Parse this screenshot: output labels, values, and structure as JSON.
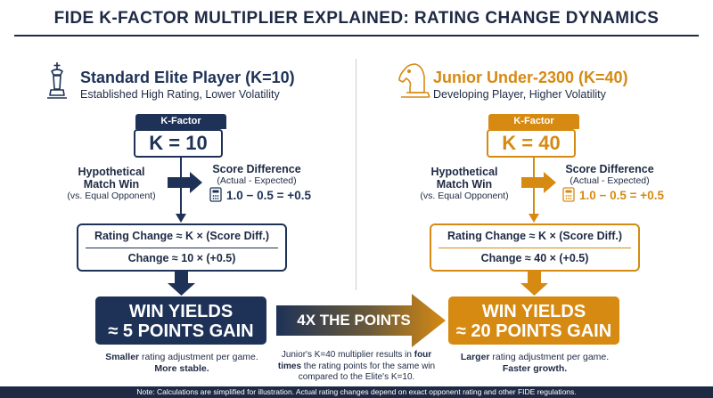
{
  "title": "FIDE K-FACTOR MULTIPLIER EXPLAINED: RATING CHANGE DYNAMICS",
  "colors": {
    "navy": "#1e3257",
    "gold": "#d68a12"
  },
  "left": {
    "icon": "chess-king-icon",
    "heading": "Standard Elite Player (K=10)",
    "subheading": "Established High Rating, Lower Volatility",
    "kfactor_tab": "K-Factor",
    "kfactor_value": "K = 10",
    "match_label_line1": "Hypothetical",
    "match_label_line2": "Match Win",
    "match_label_sub": "(vs. Equal Opponent)",
    "score_label": "Score Difference",
    "score_sub": "(Actual - Expected)",
    "score_equation": "1.0 − 0.5 = +0.5",
    "formula_line1": "Rating Change ≈ K × (Score Diff.)",
    "formula_line2": "Change ≈ 10 × (+0.5)",
    "result_line1": "WIN YIELDS",
    "result_line2": "≈ 5 POINTS GAIN",
    "note_bold1": "Smaller",
    "note_rest1": " rating adjustment per game.",
    "note_line2": "More stable."
  },
  "right": {
    "icon": "chess-knight-icon",
    "heading": "Junior Under-2300 (K=40)",
    "subheading": "Developing Player, Higher Volatility",
    "kfactor_tab": "K-Factor",
    "kfactor_value": "K = 40",
    "match_label_line1": "Hypothetical",
    "match_label_line2": "Match Win",
    "match_label_sub": "(vs. Equal Opponent)",
    "score_label": "Score Difference",
    "score_sub": "(Actual - Expected)",
    "score_equation": "1.0 − 0.5 = +0.5",
    "formula_line1": "Rating Change ≈ K × (Score Diff.)",
    "formula_line2": "Change ≈ 40 × (+0.5)",
    "result_line1": "WIN YIELDS",
    "result_line2": "≈ 20 POINTS GAIN",
    "note_bold1": "Larger",
    "note_rest1": " rating adjustment per game.",
    "note_line2": "Faster growth."
  },
  "center": {
    "arrow_label": "4X THE POINTS",
    "caption_pre": "Junior's K=40 multiplier results in ",
    "caption_bold1": "four",
    "caption_bold2": "times",
    "caption_post": " the rating points for the same win",
    "caption_line3": "compared to the Elite's K=10."
  },
  "footer": "Note: Calculations are simplified for illustration. Actual rating changes depend on exact opponent rating and other FIDE regulations."
}
